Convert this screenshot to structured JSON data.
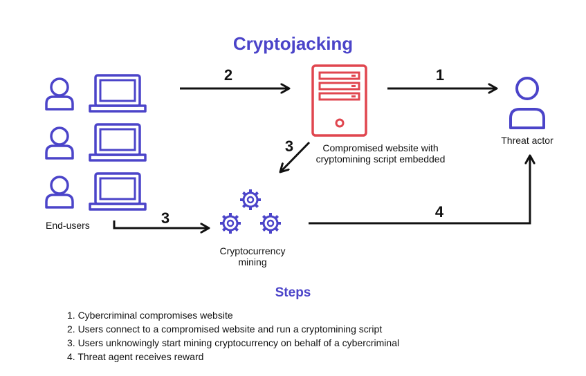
{
  "title": "Cryptojacking",
  "colors": {
    "accent": "#4b44c9",
    "server": "#e0464f",
    "arrow": "#111111"
  },
  "nodes": {
    "end_users_label": "End-users",
    "website_label_line1": "Compromised website with",
    "website_label_line2": "cryptomining script embedded",
    "threat_actor_label": "Threat actor",
    "mining_label_line1": "Cryptocurrency",
    "mining_label_line2": "mining"
  },
  "arrows": {
    "users_to_website": "2",
    "website_to_actor": "1",
    "website_to_mining": "3",
    "users_to_mining": "3",
    "mining_to_actor": "4"
  },
  "icons": {
    "user": "user-icon",
    "laptop": "laptop-icon",
    "server": "server-icon",
    "gears": "gears-icon"
  },
  "steps": {
    "heading": "Steps",
    "items": [
      "1. Cybercriminal compromises website",
      "2. Users connect to a compromised website and run a cryptomining script",
      "3. Users unknowingly start mining cryptocurrency on behalf of a cybercriminal",
      "4. Threat agent receives reward"
    ]
  }
}
